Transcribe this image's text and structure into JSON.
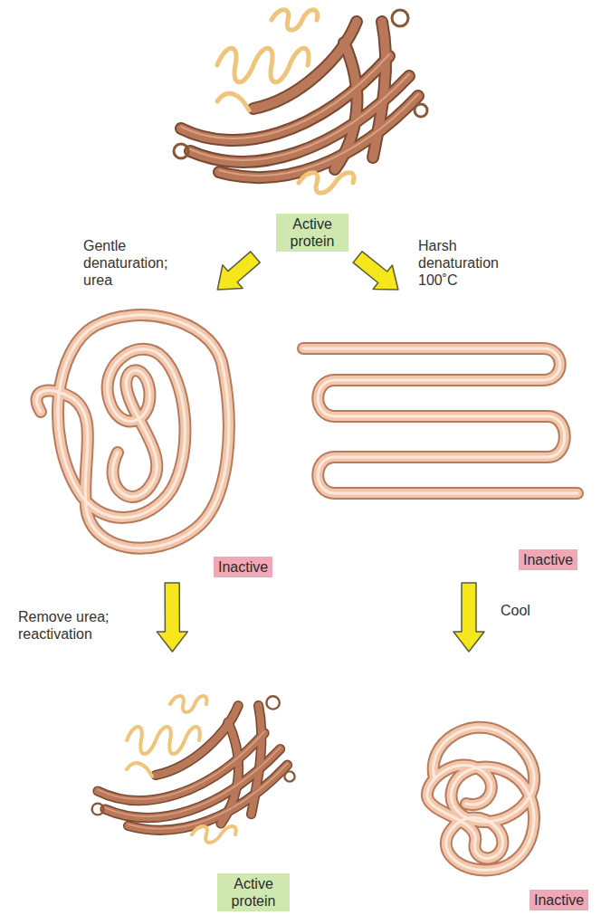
{
  "diagram": {
    "nodes": [
      {
        "text": [
          "Active protein"
        ]
      },
      {
        "text": [
          "Inactive"
        ]
      },
      {
        "text": [
          "Inactive"
        ]
      },
      {
        "text": [
          "Active protein"
        ]
      },
      {
        "text": [
          "Inactive"
        ]
      }
    ],
    "edges": [
      {
        "from": 0,
        "to": 1,
        "arrow": "to",
        "label": "Gentle denaturation; urea"
      },
      {
        "from": 0,
        "to": 2,
        "arrow": "to",
        "label": "Harsh denaturation 100˚C"
      },
      {
        "from": 1,
        "to": 3,
        "arrow": "to",
        "label": "Remove urea; reactivation"
      },
      {
        "from": 2,
        "to": 4,
        "arrow": "to",
        "label": "Cool"
      }
    ]
  }
}
